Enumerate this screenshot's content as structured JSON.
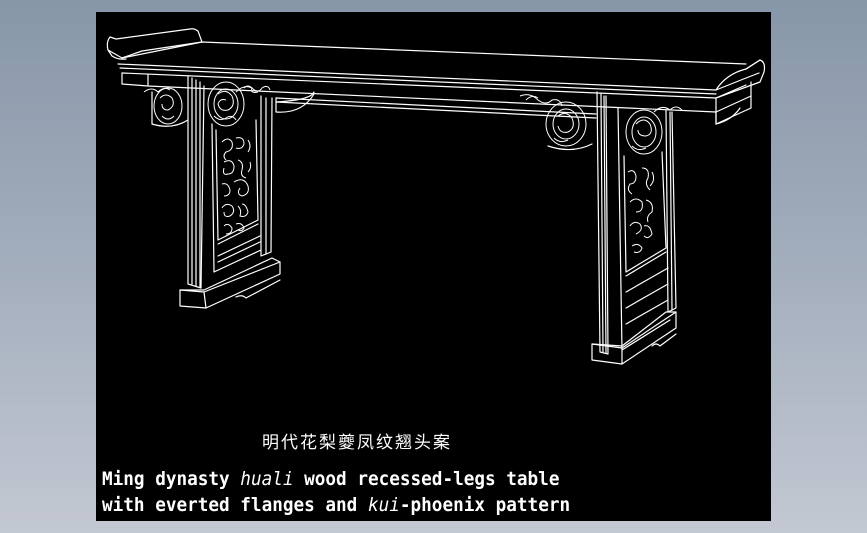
{
  "viewer": {
    "background_gradient": [
      "#8796a8",
      "#c3c8d2"
    ],
    "canvas_color": "#000000",
    "line_color": "#ffffff"
  },
  "drawing": {
    "subject": "table-line-drawing",
    "title_cn": "明代花梨夔凤纹翘头案",
    "caption": {
      "line1": {
        "pre": "Ming dynasty ",
        "italic": "huali",
        "post": " wood recessed-legs table"
      },
      "line2": {
        "pre": "with everted flanges and ",
        "italic": "kui",
        "post": "-phoenix pattern"
      }
    }
  }
}
